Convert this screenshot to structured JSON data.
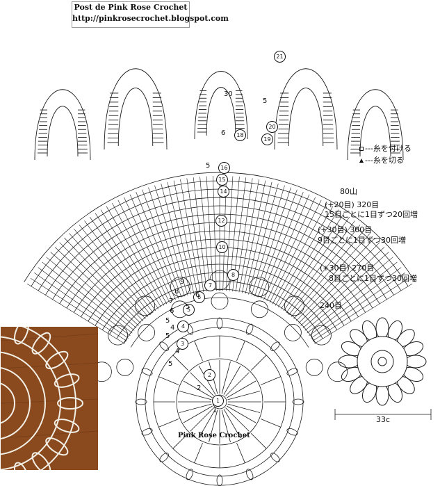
{
  "header": {
    "title": "Post de Pink Rose Crochet",
    "url": "http://pinkrosecrochet.blogspot.com"
  },
  "legend": {
    "attach": "糸を付ける",
    "cut": "糸を切る",
    "dashes": "---"
  },
  "rows": {
    "r80": "80山",
    "r320a": "(+20目) 320目",
    "r320b": "15目ごとに1目ずつ20回増",
    "r300a": "(+30目) 300目",
    "r300b": "9目ごとに1目ずつ30回増",
    "r270a": "(+30目) 270目",
    "r270b": "8目ごとに1目ずつ30回増",
    "r240": "240目"
  },
  "round_numbers": [
    "21",
    "20",
    "19",
    "18",
    "16",
    "15",
    "14",
    "12",
    "10",
    "8",
    "7",
    "6",
    "5",
    "4",
    "3",
    "2",
    "1"
  ],
  "plain_numbers": [
    "30",
    "5",
    "6",
    "5",
    "9",
    "8",
    "7",
    "6",
    "5",
    "4",
    "5",
    "5",
    "2",
    "1",
    "6",
    "5",
    "4"
  ],
  "size_label": "33c",
  "watermark": "Pink Rose Crochet",
  "colors": {
    "ink": "#1a1a1a",
    "photo_bg": "#8a4a1e",
    "photo_lace": "#f2efe6"
  }
}
